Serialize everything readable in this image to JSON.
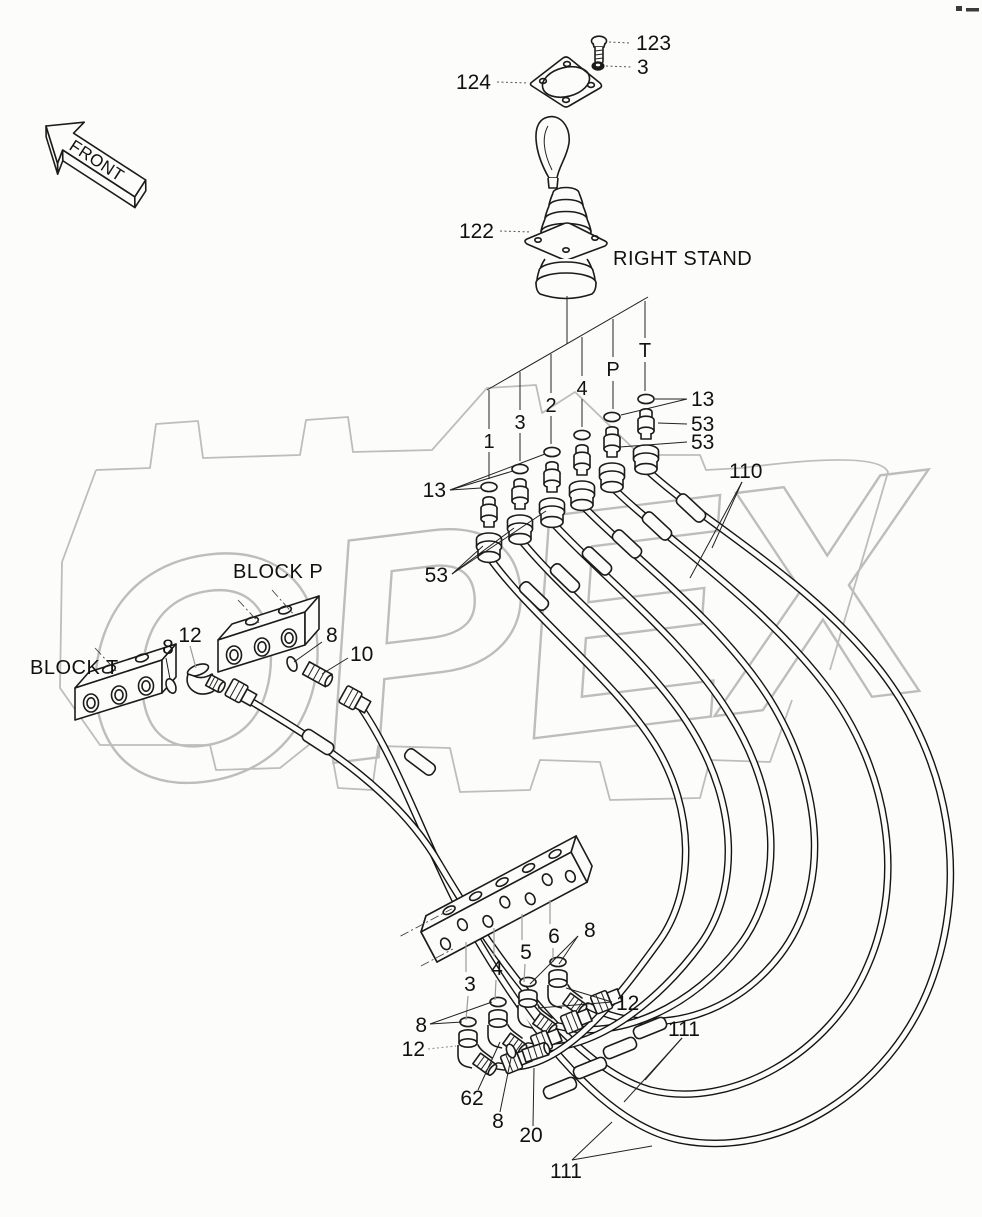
{
  "watermark": {
    "text": "OPEX",
    "color": "#bdbdbd"
  },
  "labels": {
    "front": "FRONT",
    "right_stand": "RIGHT STAND",
    "block_p": "BLOCK P",
    "block_t": "BLOCK T",
    "bolt": "123",
    "washer": "3",
    "plate": "124",
    "joystick": "122",
    "port_1": "1",
    "port_3": "3",
    "port_2": "2",
    "port_4": "4",
    "port_p": "P",
    "port_t": "T",
    "oring_left": "13",
    "oring_right": "13",
    "fitting_left": "53",
    "fitting_right_a": "53",
    "fitting_right_b": "53",
    "hose_pt": "110",
    "hose_lower_a": "111",
    "hose_lower_b": "111",
    "block_elbow": "12",
    "block_oring_a": "8",
    "block_oring_b": "8",
    "block_nipple": "10",
    "manifold_port_3": "3",
    "manifold_port_4": "4",
    "manifold_port_5": "5",
    "manifold_port_6": "6",
    "manifold_oring_top": "8",
    "manifold_oring_left": "8",
    "manifold_elbow_left": "12",
    "manifold_elbow_right": "12",
    "elbow_62": "62",
    "oring_20": "8",
    "nipple_20": "20"
  }
}
